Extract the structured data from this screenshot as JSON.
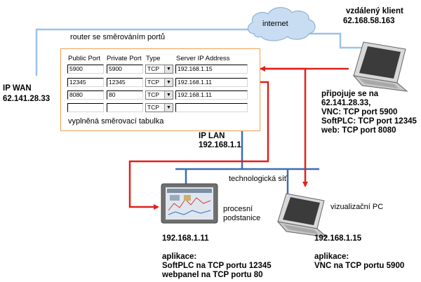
{
  "internet": {
    "label": "internet"
  },
  "router": {
    "title": "router se směrováním portů",
    "caption": "vyplněná směrovací tabulka",
    "columns": [
      "Public Port",
      "Private Port",
      "Type",
      "Server IP Address"
    ],
    "rows": [
      {
        "public": "5900",
        "private": "5900",
        "type": "TCP",
        "server": "192.168.1.15"
      },
      {
        "public": "12345",
        "private": "12345",
        "type": "TCP",
        "server": "192.168.1.11"
      },
      {
        "public": "8080",
        "private": "80",
        "type": "TCP",
        "server": "192.168.1.11"
      },
      {
        "public": "",
        "private": "",
        "type": "TCP",
        "server": ""
      }
    ]
  },
  "wan": {
    "label": "IP  WAN",
    "ip": "62.141.28.33"
  },
  "lan": {
    "label": "IP LAN",
    "ip": "192.168.1.1"
  },
  "client": {
    "title": "vzdálený klient",
    "ip": "62.168.58.163",
    "connect": [
      "připojuje se na",
      "62.141.28.33,",
      "VNC: TCP port 5900",
      "SoftPLC: TCP port 12345",
      "web: TCP port 8080"
    ]
  },
  "network": {
    "label": "technologická síť"
  },
  "station": {
    "label_line1": "procesní",
    "label_line2": "podstanice",
    "ip": "192.168.1.11",
    "app_title": "aplikace:",
    "app_line1": "SoftPLC na TCP portu 12345",
    "app_line2": "webpanel na TCP portu 80"
  },
  "vizpc": {
    "label": "vizualizační PC",
    "ip": "192.168.1.15",
    "app_title": "aplikace:",
    "app_line1": "VNC na TCP portu 5900"
  },
  "colors": {
    "wan_line": "#9cc3e6",
    "lan_line": "#3a6eb5",
    "arrow": "#e0201c",
    "router_border": "#f0a050"
  }
}
